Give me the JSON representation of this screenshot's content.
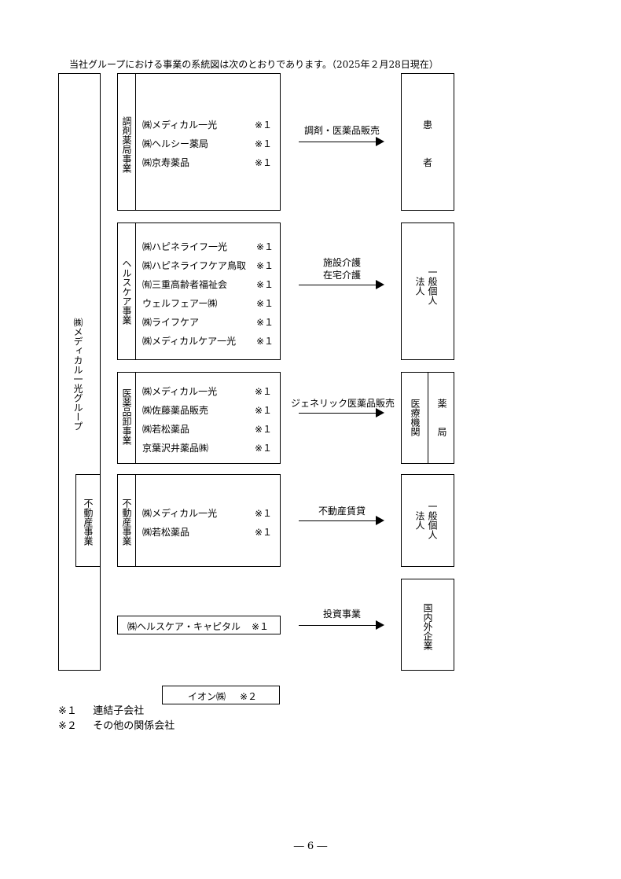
{
  "header_text": "当社グループにおける事業の系統図は次のとおりであります。（2025年２月28日現在）",
  "group_name": "㈱メディカル一光グループ",
  "real_estate_side_label": "不動産事業",
  "segments": [
    {
      "label": "調剤薬局事業",
      "companies": [
        {
          "name": "㈱メディカル一光",
          "mark": "※１"
        },
        {
          "name": "㈱ヘルシー薬局",
          "mark": "※１"
        },
        {
          "name": "㈱京寿薬品",
          "mark": "※１"
        }
      ],
      "arrow_label": [
        "調剤・医薬品販売"
      ],
      "customer": [
        "患",
        "者"
      ]
    },
    {
      "label": "ヘルスケア事業",
      "companies": [
        {
          "name": "㈱ハピネライフ一光",
          "mark": "※１"
        },
        {
          "name": "㈱ハピネライフケア鳥取",
          "mark": "※１"
        },
        {
          "name": "㈲三重高齢者福祉会",
          "mark": "※１"
        },
        {
          "name": "ウェルフェアー㈱",
          "mark": "※１"
        },
        {
          "name": "㈱ライフケア",
          "mark": "※１"
        },
        {
          "name": "㈱メディカルケア一光",
          "mark": "※１"
        }
      ],
      "arrow_label": [
        "施設介護",
        "在宅介護"
      ],
      "customer": [
        "一般個人",
        "法人"
      ]
    },
    {
      "label": "医薬品卸事業",
      "companies": [
        {
          "name": "㈱メディカル一光",
          "mark": "※１"
        },
        {
          "name": "㈱佐藤薬品販売",
          "mark": "※１"
        },
        {
          "name": "㈱若松薬品",
          "mark": "※１"
        },
        {
          "name": "京葉沢井薬品㈱",
          "mark": "※１"
        }
      ],
      "arrow_label": [
        "ジェネリック医薬品販売"
      ],
      "customer": [
        "医療機関",
        "薬局"
      ]
    },
    {
      "label": "不動産事業",
      "companies": [
        {
          "name": "㈱メディカル一光",
          "mark": "※１"
        },
        {
          "name": "㈱若松薬品",
          "mark": "※１"
        }
      ],
      "arrow_label": [
        "不動産賃貸"
      ],
      "customer": [
        "一般個人",
        "法人"
      ]
    }
  ],
  "investment": {
    "company": "㈱ヘルスケア・キャピタル",
    "mark": "※１",
    "arrow_label": "投資事業",
    "customer": "国内外企業"
  },
  "parent": {
    "name": "イオン㈱",
    "mark": "※２"
  },
  "notes": [
    {
      "mark": "※１",
      "text": "連結子会社"
    },
    {
      "mark": "※２",
      "text": "その他の関係会社"
    }
  ],
  "page_number": "― 6 ―"
}
